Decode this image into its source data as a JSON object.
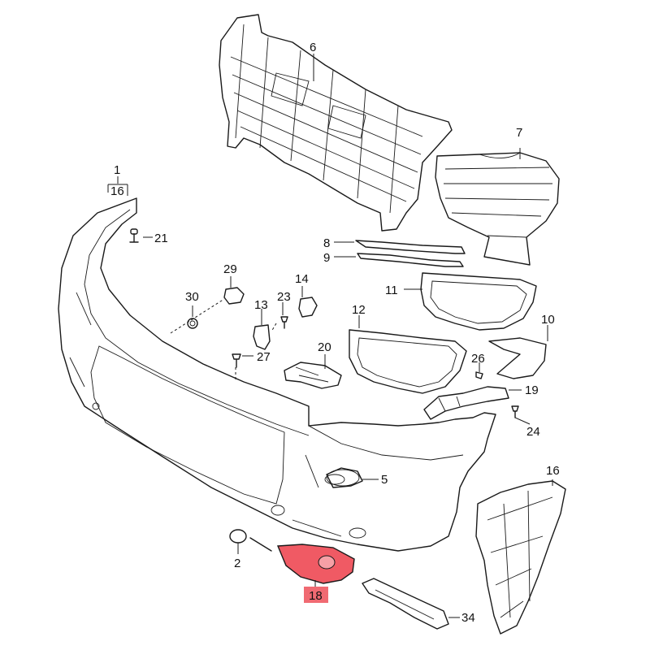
{
  "labels": {
    "p1": "1",
    "p16a": "16",
    "p21": "21",
    "p6": "6",
    "p7": "7",
    "p8": "8",
    "p9": "9",
    "p11": "11",
    "p29": "29",
    "p14": "14",
    "p23": "23",
    "p30": "30",
    "p13": "13",
    "p12": "12",
    "p10": "10",
    "p27": "27",
    "p20": "20",
    "p26": "26",
    "p19": "19",
    "p24": "24",
    "p5": "5",
    "p16b": "16",
    "p2": "2",
    "p18": "18",
    "p34": "34"
  },
  "highlight": {
    "part": "18",
    "color": "#f05a64",
    "label_bg": "#f06a72"
  }
}
